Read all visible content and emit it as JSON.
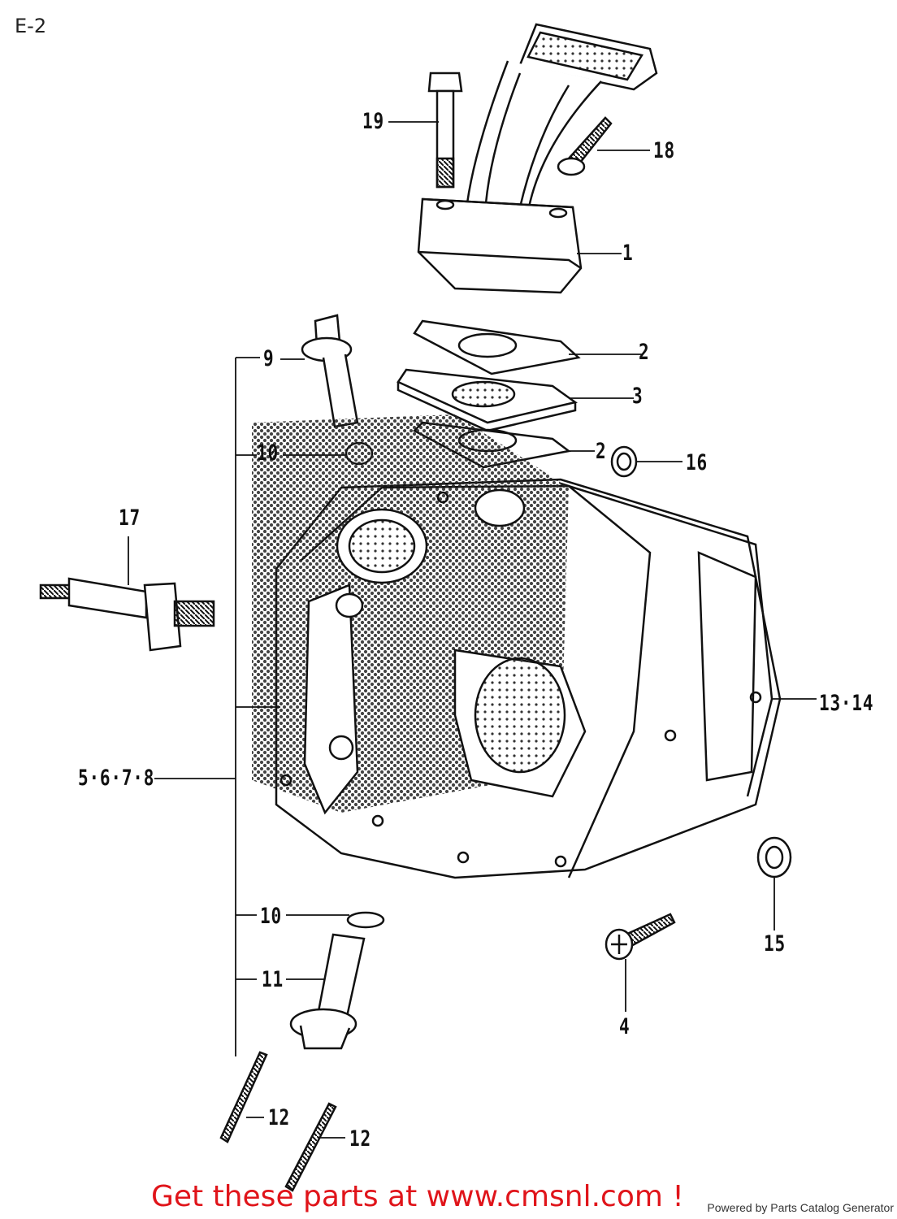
{
  "page_code": "E-2",
  "callouts": {
    "c19": "19",
    "c18": "18",
    "c1": "1",
    "c2a": "2",
    "c3": "3",
    "c2b": "2",
    "c16": "16",
    "c9": "9",
    "c10a": "10",
    "c17": "17",
    "c13_14": "13·14",
    "c5_8": "5·6·7·8",
    "c15": "15",
    "c10b": "10",
    "c11": "11",
    "c4": "4",
    "c12a": "12",
    "c12b": "12"
  },
  "promo_text": "Get these parts at www.cmsnl.com !",
  "powered_by": "Powered by Parts Catalog Generator",
  "colors": {
    "promo": "#e0141a",
    "line": "#111111"
  }
}
